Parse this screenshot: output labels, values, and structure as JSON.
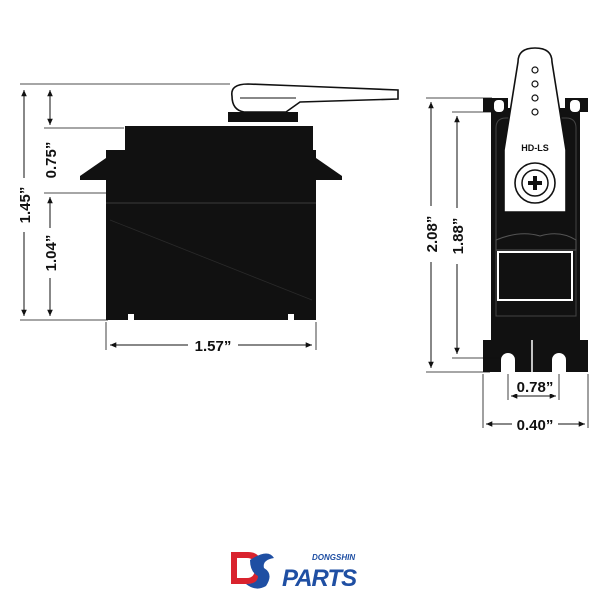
{
  "dimensions": {
    "height_total": "1.45”",
    "height_upper": "0.75”",
    "height_lower": "1.04”",
    "length": "1.57”",
    "front_height_total": "2.08”",
    "front_height_inner": "1.88”",
    "mount_spacing": "0.78”",
    "width": "0.40”"
  },
  "horn_label": "HD-LS",
  "logo": {
    "small_text": "DONGSHIN",
    "big_text": "PARTS",
    "mark": "DS",
    "colors": {
      "red": "#d9232e",
      "blue": "#1f4fa3"
    }
  }
}
